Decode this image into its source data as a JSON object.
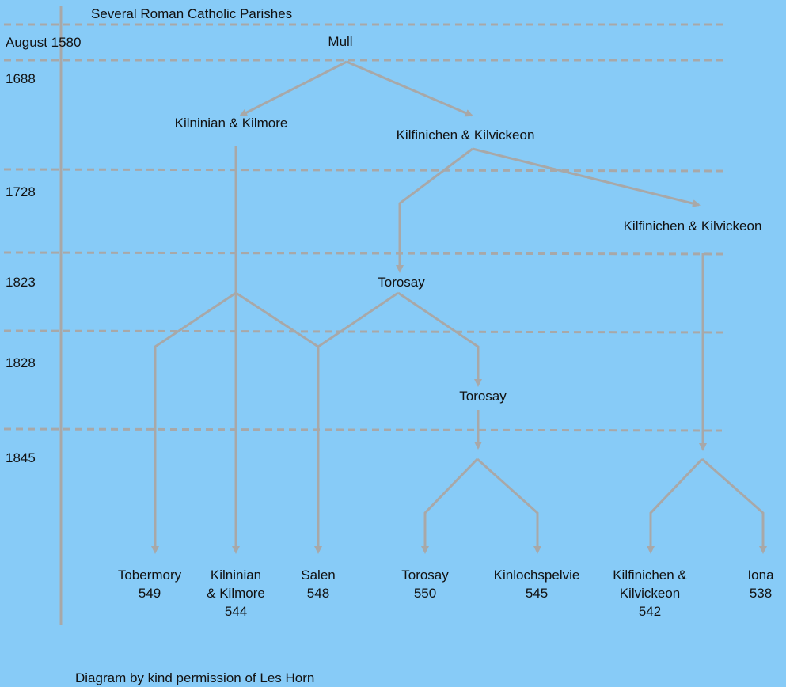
{
  "header": "Several Roman Catholic Parishes",
  "years": [
    "August 1580",
    "1688",
    "1728",
    "1823",
    "1828",
    "1845"
  ],
  "nodes": {
    "mull": "Mull",
    "kilninian_kilmore": "Kilninian & Kilmore",
    "kilfinichen_kilvickeon_1688": "Kilfinichen & Kilvickeon",
    "kilfinichen_kilvickeon_1728": "Kilfinichen & Kilvickeon",
    "torosay_1823": "Torosay",
    "torosay_1828": "Torosay"
  },
  "leaves": [
    {
      "lines": [
        "Tobermory",
        "549"
      ]
    },
    {
      "lines": [
        "Kilninian",
        "& Kilmore",
        "544"
      ]
    },
    {
      "lines": [
        "Salen",
        "548"
      ]
    },
    {
      "lines": [
        "Torosay",
        "550"
      ]
    },
    {
      "lines": [
        "Kinlochspelvie",
        "545"
      ]
    },
    {
      "lines": [
        "Kilfinichen &",
        "Kilvickeon",
        "542"
      ]
    },
    {
      "lines": [
        "Iona",
        "538"
      ]
    }
  ],
  "credit": "Diagram by kind permission of Les Horn",
  "colors": {
    "background": "#87cbf7",
    "line": "#a8a8a8",
    "text": "#111111"
  }
}
